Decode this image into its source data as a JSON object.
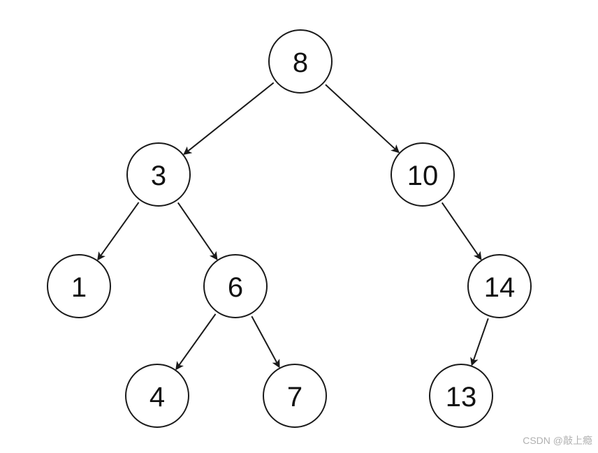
{
  "tree": {
    "nodes": [
      {
        "id": "n8",
        "label": "8"
      },
      {
        "id": "n3",
        "label": "3"
      },
      {
        "id": "n10",
        "label": "10"
      },
      {
        "id": "n1",
        "label": "1"
      },
      {
        "id": "n6",
        "label": "6"
      },
      {
        "id": "n14",
        "label": "14"
      },
      {
        "id": "n4",
        "label": "4"
      },
      {
        "id": "n7",
        "label": "7"
      },
      {
        "id": "n13",
        "label": "13"
      }
    ],
    "edges": [
      {
        "from": "n8",
        "to": "n3"
      },
      {
        "from": "n8",
        "to": "n10"
      },
      {
        "from": "n3",
        "to": "n1"
      },
      {
        "from": "n3",
        "to": "n6"
      },
      {
        "from": "n10",
        "to": "n14"
      },
      {
        "from": "n6",
        "to": "n4"
      },
      {
        "from": "n6",
        "to": "n7"
      },
      {
        "from": "n14",
        "to": "n13"
      }
    ]
  },
  "watermark": "CSDN @敲上瘾"
}
